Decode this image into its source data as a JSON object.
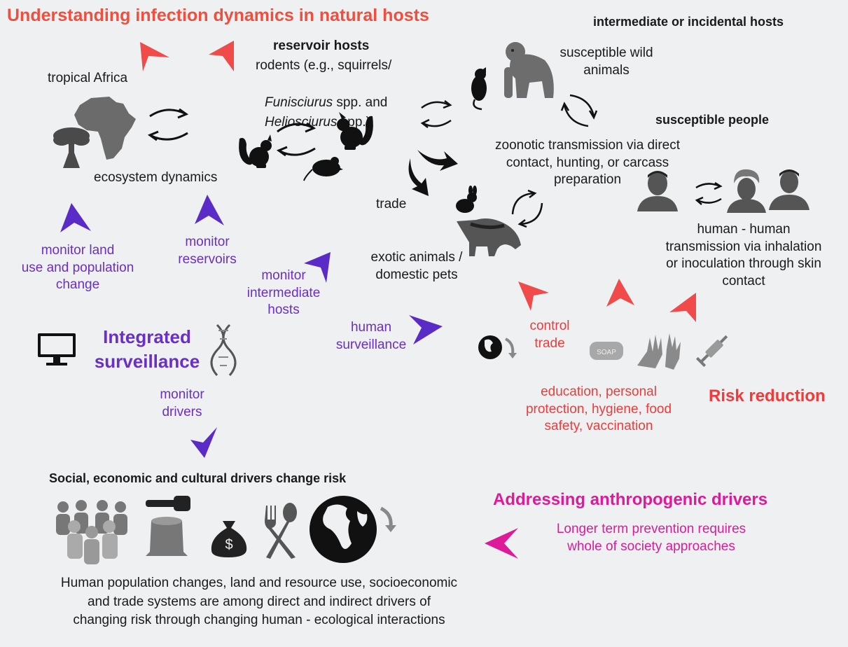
{
  "title": "Understanding infection dynamics in natural hosts",
  "intermediate_heading": "intermediate or incidental hosts",
  "tropical_africa": "tropical Africa",
  "ecosystem_dynamics": "ecosystem dynamics",
  "reservoir": {
    "heading": "reservoir hosts",
    "line1": "rodents (e.g., squirrels/",
    "line2_italic": "Funisciurus",
    "line2_rest": " spp. and",
    "line3_italic": "Heliosciurus",
    "line3_rest": " spp.)"
  },
  "susceptible_wild": "susceptible wild\nanimals",
  "susceptible_people": "susceptible people",
  "zoonotic": "zoonotic transmission via direct\ncontact, hunting, or carcass\npreparation",
  "trade": "trade",
  "exotic": "exotic animals /\ndomestic pets",
  "human_human": "human - human\ntransmission via inhalation\nor inoculation through skin\ncontact",
  "monitor_land": "monitor land\nuse and population\nchange",
  "monitor_reservoirs": "monitor\nreservoirs",
  "monitor_intermediate": "monitor\nintermediate\nhosts",
  "human_surveillance": "human\nsurveillance",
  "integrated_surveillance": "Integrated\nsurveillance",
  "monitor_drivers": "monitor\ndrivers",
  "control_trade": "control\ntrade",
  "risk_measures": "education, personal\nprotection, hygiene, food\nsafety, vaccination",
  "risk_reduction": "Risk reduction",
  "drivers_heading": "Social, economic and cultural drivers change risk",
  "addressing": "Addressing anthropogenic drivers",
  "longer_term": "Longer term prevention requires\nwhole of society approaches",
  "bottom_text": "Human population changes, land and resource use, socioeconomic\nand trade systems are among direct and indirect drivers of\nchanging risk through changing human - ecological interactions",
  "soap_label": "SOAP",
  "dollar_label": "$",
  "colors": {
    "red": "#ef3b3b",
    "purple": "#6a2fc6",
    "magenta": "#df1a9a",
    "dark": "#1a1a1a",
    "grey": "#8c8c8c"
  },
  "icons": [
    "africa-map-icon",
    "tree-icon",
    "cycle-arrows-icon",
    "squirrel-icon",
    "mouse-icon",
    "rat-icon",
    "gorilla-icon",
    "rabbit-icon",
    "anteater-icon",
    "person-icon",
    "computer-monitor-icon",
    "dna-icon",
    "globe-icon",
    "soap-icon",
    "gloved-hands-icon",
    "syringe-icon",
    "crowd-icon",
    "chainsaw-stump-icon",
    "money-bag-icon",
    "fork-spoon-icon"
  ]
}
